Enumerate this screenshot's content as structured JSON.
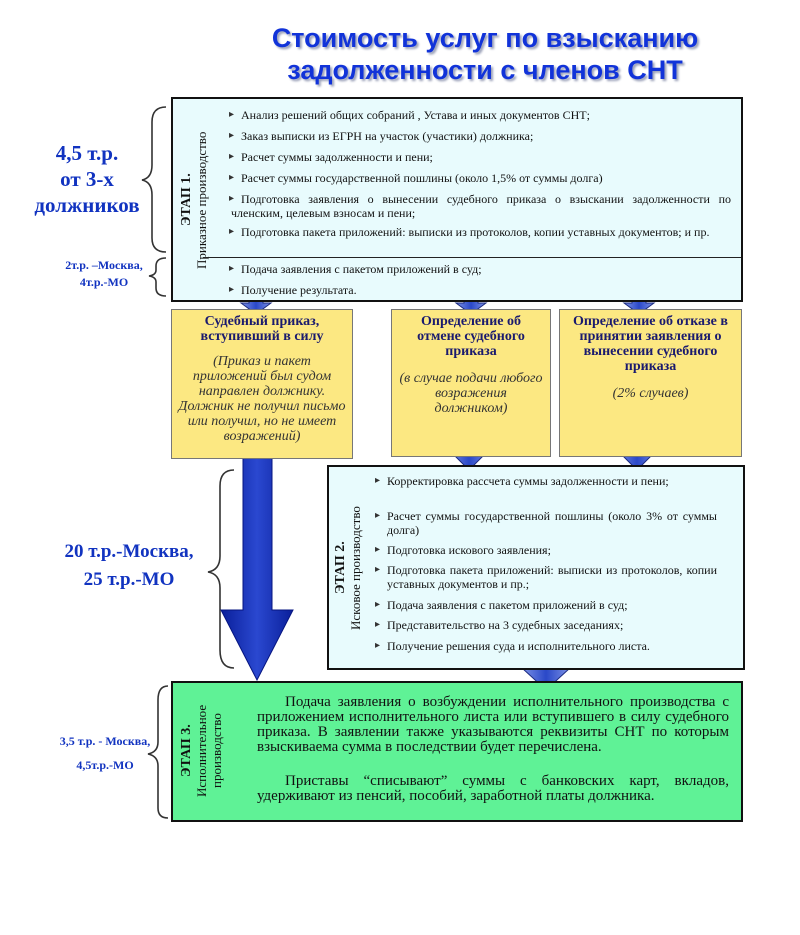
{
  "title": {
    "line1": "Стоимость услуг по взысканию",
    "line2": "задолженности с членов СНТ"
  },
  "stage1": {
    "label_bold": "ЭТАП 1.",
    "label": "Приказное производство",
    "items": [
      "Анализ решений общих собраний , Устава  и иных документов СНТ;",
      "Заказ выписки из ЕГРН на участок (участики) должника;",
      "Расчет суммы задолженности и пени;",
      "Расчет суммы государственной пошлины (около 1,5% от суммы долга)",
      "Подготовка заявления о вынесении судебного приказа о взыскании задолженности по членским, целевым взносам и пени;",
      "Подготовка пакета приложений: выписки из протоколов, копии уставных документов; и пр.",
      "Подача заявления с пакетом приложений в суд;",
      "Получение результата."
    ],
    "price_main": [
      "4,5 т.р.",
      "от 3-х",
      "должников"
    ],
    "price_sub": [
      "2т.р. –Москва,",
      "4т.р.-МО"
    ]
  },
  "outcomes": [
    {
      "head": "Судебный приказ, вступивший в силу",
      "note": "(Приказ и пакет приложений был судом направлен должнику. Должник не получил письмо или  получил, но не имеет возражений)"
    },
    {
      "head": "Определение об отмене судебного приказа",
      "note": "(в случае подачи любого возражения должником)"
    },
    {
      "head": "Определение об отказе в принятии заявления о вынесении судебного приказа",
      "note": "(2% случаев)"
    }
  ],
  "stage2": {
    "label_bold": "ЭТАП 2.",
    "label": "Исковое производство",
    "items": [
      "Корректировка рассчета суммы задолженности и пени;",
      "Расчет суммы государственной пошлины (около 3% от суммы долга)",
      "Подготовка искового заявления;",
      "Подготовка пакета приложений: выписки из протоколов, копии уставных документов и пр.;",
      "Подача заявления с пакетом приложений в суд;",
      "Представительство на 3 судебных заседаниях;",
      "Получение решения суда и исполнительного листа."
    ],
    "price": [
      "20 т.р.-Москва,",
      "25 т.р.-МО"
    ]
  },
  "stage3": {
    "label_bold": "ЭТАП 3.",
    "label": "Исполнительное производство",
    "paragraphs": [
      "Подача заявления о возбуждении исполнительного производства с приложением исполнительного листа или вступившего в силу судебного приказа. В заявлении также указываются реквизиты СНТ по которым взыскиваема сумма в последствии будет перечислена.",
      "Приставы “списывают” суммы с банковских карт, вкладов, удерживают из пенсий, пособий, заработной платы должника."
    ],
    "price": [
      "3,5 т.р. - Москва,",
      "4,5т.р.-МО"
    ]
  },
  "colors": {
    "title": "#1133d9",
    "stage_bg": "#e8fbfd",
    "stage3_bg": "#5ff296",
    "outcome_bg": "#fce882",
    "arrow": "#2a48c8",
    "price": "#1133c0"
  }
}
